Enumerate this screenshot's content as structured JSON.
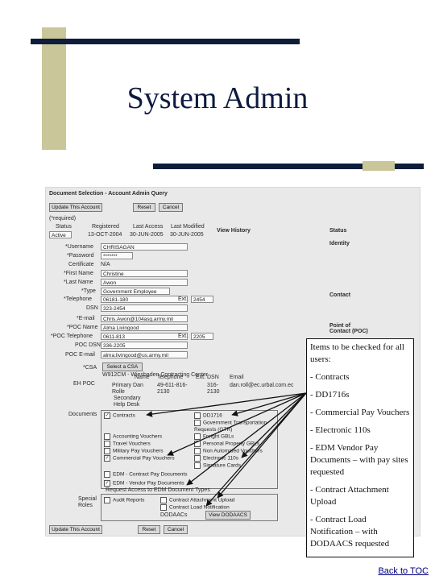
{
  "slide": {
    "title": "System Admin",
    "toc_link": "Back to TOC",
    "colors": {
      "bar": "#0e1d3a",
      "gold": "#c9c79a"
    }
  },
  "form": {
    "header": "Document Selection - Account Admin Query",
    "buttons": {
      "update": "Update This Account",
      "reset": "Reset",
      "cancel": "Cancel"
    },
    "required_note": "(*required)",
    "col_status": "Status",
    "col_registered": "Registered",
    "col_last_access": "Last Access",
    "col_last_modified": "Last Modified",
    "status_value": "Active",
    "registered_value": "13-OCT-2004",
    "last_access_value": "30-JUN-2005",
    "last_modified_value": "30-JUN-2005",
    "view_history": "View History",
    "section_status": "Status",
    "section_identity": "Identity",
    "section_contact": "Contact",
    "section_poc": "Point of Contact (POC)",
    "username_label": "*Username",
    "username_value": "CHRISAGAN",
    "password_label": "*Password",
    "password_value": "*******",
    "certificate_label": "Certificate",
    "certificate_value": "N/A",
    "first_name_label": "*First Name",
    "first_name_value": "Christine",
    "last_name_label": "*Last Name",
    "last_name_value": "Awon",
    "type_label": "*Type",
    "type_value": "Government Employee",
    "telephone_label": "*Telephone",
    "telephone_value": "06181-180",
    "ext_label": "Ext.",
    "ext_value": "2454",
    "dsn_label": "DSN",
    "dsn_value": "323-2454",
    "email_label": "*E-mail",
    "email_value": "Chris.Awon@104asg.army.mil",
    "poc_name_label": "*POC Name",
    "poc_name_value": "Alma Livingood",
    "poc_tel_label": "*POC Telephone",
    "poc_tel_value": "0611-813",
    "poc_ext_label": "Ext.",
    "poc_ext_value": "2205",
    "poc_dsn_label": "POC DSN",
    "poc_dsn_value": "336-2205",
    "poc_email_label": "POC E-mail",
    "poc_email_value": "alma.livingood@us.army.mil",
    "csa_label": "*CSA",
    "csa_button": "Select a CSA",
    "csa_value": "W912CM - Wiesbaden Contracting Center",
    "eh_poc_label": "EH POC",
    "eh_cols": [
      "Name",
      "Telephone",
      "Ext.",
      "DSN",
      "Email"
    ],
    "eh_name": "Primary Dan Rolle",
    "eh_tel": "49-611-816-2130",
    "eh_dsn": "316-2130",
    "eh_email": "dan.roll@ec.urbal.com.ec",
    "helpdesk": "Secondary Help Desk",
    "documents_label": "Documents",
    "doc_col1": [
      "Contracts",
      "Accounting Vouchers",
      "Travel Vouchers",
      "Military Pay Vouchers",
      "Commercial Pay Vouchers"
    ],
    "doc_col1_checked": [
      true,
      false,
      false,
      false,
      true
    ],
    "doc_col2": [
      "DD1716",
      "Government Transportation Requests (GTR)",
      "Freight GBLs",
      "Personal Property GBLs",
      "Non Automated Vouchers",
      "Electronic 110s",
      "Signature Cards"
    ],
    "doc_col2_checked": [
      false,
      false,
      false,
      false,
      false,
      false,
      false
    ],
    "edm_contract": "EDM - Contract Pay Documents",
    "edm_vendor": "EDM - Vendor Pay Documents",
    "edm_request": "Request Access to EDM Document Types",
    "special_roles_label": "Special Roles",
    "audit_reports": "Audit Reports",
    "contract_attachment_upload": "Contract Attachment Upload",
    "contract_load_notification": "Contract Load Notification",
    "dodaacs": "DODAACs",
    "view_dodaacs": "View DODAACS"
  },
  "callout": {
    "items": [
      "Items to be checked for all users:",
      "- Contracts",
      "- DD1716s",
      "- Commercial Pay Vouchers",
      "- Electronic 110s",
      "- EDM Vendor Pay Documents – with pay sites requested",
      "- Contract Attachment Upload",
      "- Contract Load Notification – with DODAACS requested"
    ]
  }
}
